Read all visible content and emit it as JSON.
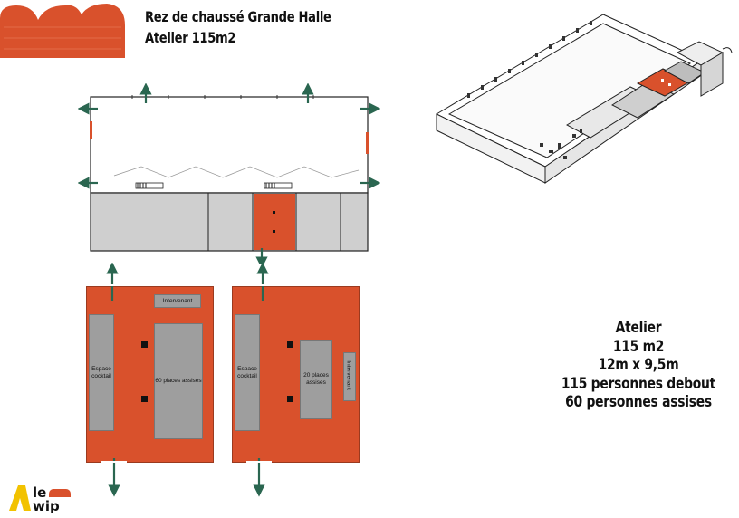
{
  "header": {
    "line1": "Rez de chaussé Grande Halle",
    "line2": "Atelier 115m2"
  },
  "info": {
    "lines": [
      "Atelier",
      "115 m2",
      "12m x 9,5m",
      "115 personnes debout",
      "60 personnes assises"
    ]
  },
  "layout_a": {
    "speaker": "Intervenant",
    "cocktail": "Espace cocktail",
    "seats": "60 places assises"
  },
  "layout_b": {
    "speaker": "Intervenant",
    "cocktail": "Espace cocktail",
    "seats": "20 places assises"
  },
  "logo": {
    "word1": "le",
    "word2": "wip"
  },
  "colors": {
    "room": "#d9512c",
    "zone": "#9e9e9e",
    "arrow": "#2a6650"
  }
}
